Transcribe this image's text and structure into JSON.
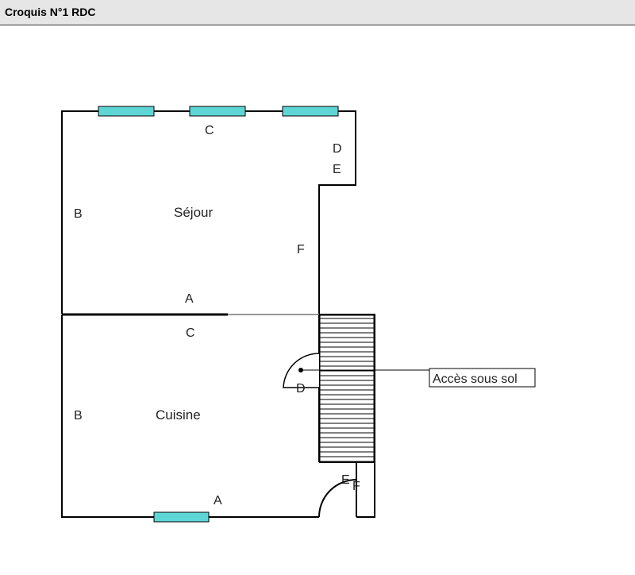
{
  "header": {
    "title": "Croquis N°1 RDC"
  },
  "colors": {
    "window": "#5fd6d6",
    "wall": "#000000",
    "title_bar": "#e6e6e6"
  },
  "rooms": {
    "sejour": {
      "name": "Séjour",
      "wall_a": "A",
      "wall_b": "B",
      "wall_c": "C",
      "wall_d": "D",
      "wall_e": "E",
      "wall_f": "F"
    },
    "cuisine": {
      "name": "Cuisine",
      "wall_a": "A",
      "wall_b": "B",
      "wall_c": "C",
      "wall_d": "D",
      "wall_e": "E",
      "wall_f": "F"
    }
  },
  "stairs": {
    "label": "Accès sous sol"
  }
}
